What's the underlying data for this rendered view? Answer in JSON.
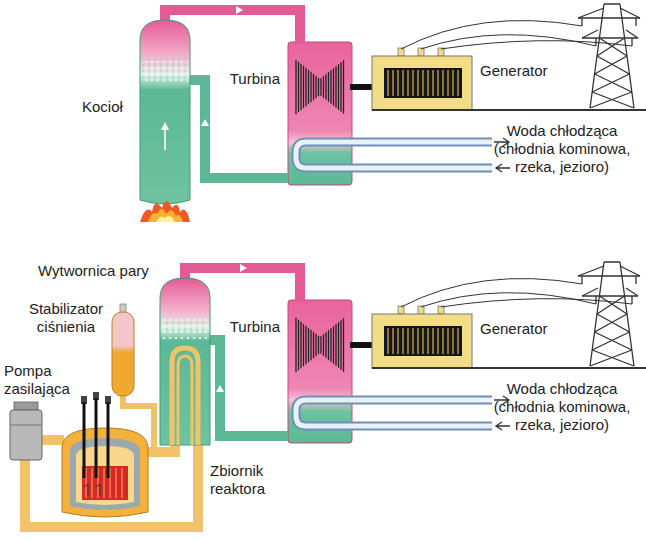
{
  "diagram": {
    "labels": [
      "Kocioł",
      "Turbina",
      "Generator",
      "Woda chłodząca (chłodnia kominowa, rzeka, jezioro)",
      "Wytwornica pary",
      "Stabilizator ciśnienia",
      "Turbina",
      "Generator",
      "Woda chłodząca (chłodnia kominowa, rzeka, jezioro)",
      "Pompa zasilająca",
      "Zbiornik reaktora"
    ]
  }
}
